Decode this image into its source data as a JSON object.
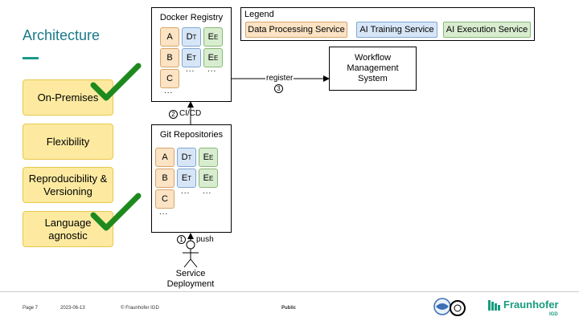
{
  "slide": {
    "title": "Architecture",
    "pills": [
      {
        "label": "On-Premises",
        "checked": true
      },
      {
        "label": "Flexibility",
        "checked": false
      },
      {
        "label": "Reproducibility & Versioning",
        "checked": false
      },
      {
        "label": "Language agnostic",
        "checked": true
      }
    ]
  },
  "diagram": {
    "docker_registry": {
      "title": "Docker Registry",
      "cells": [
        "A",
        "D",
        "E",
        "B",
        "E",
        "E",
        "C"
      ],
      "subscripts": [
        "",
        "T",
        "E",
        "",
        "T",
        "E",
        ""
      ],
      "ellipsis": "..."
    },
    "git_repositories": {
      "title": "Git Repositories",
      "cells": [
        "A",
        "D",
        "E",
        "B",
        "E",
        "E",
        "C"
      ],
      "subscripts": [
        "",
        "T",
        "E",
        "",
        "T",
        "E",
        ""
      ],
      "ellipsis": "..."
    },
    "workflow": {
      "title": "Workflow Management System"
    },
    "legend": {
      "title": "Legend",
      "items": [
        {
          "label": "Data Processing Service",
          "color": "#fbe3c4"
        },
        {
          "label": "AI Training Service",
          "color": "#d7e6f7"
        },
        {
          "label": "AI Execution Service",
          "color": "#d8edcf"
        }
      ]
    },
    "edges": {
      "cicd": {
        "step": "2",
        "label": "CI/CD"
      },
      "register": {
        "step": "3",
        "label": "register"
      },
      "push": {
        "step": "1",
        "label": "push"
      }
    },
    "actor": {
      "label": "Service Deployment"
    }
  },
  "footer": {
    "page": "Page 7",
    "date": "2023-06-13",
    "copyright": "© Fraunhofer IGD",
    "classification": "Public",
    "brand": "Fraunhofer",
    "brand_sub": "IGD"
  },
  "colors": {
    "accent": "#1a7a8a",
    "check": "#1e8a1e",
    "pill": "#fdeaa0"
  }
}
